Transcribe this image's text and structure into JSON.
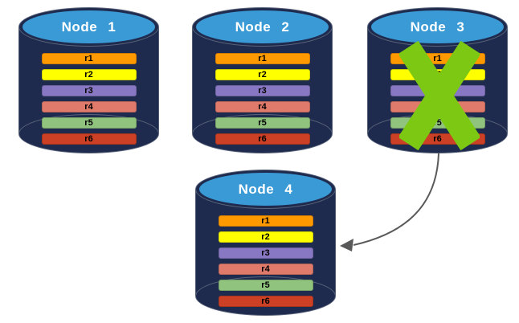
{
  "colors": {
    "cylinder_body": "#1F2B4E",
    "cylinder_top": "#3A9AD5",
    "failure_x": "#7CC812",
    "arrow": "#595959",
    "label_text": "#FFFFFF",
    "row_text": "#000000",
    "canvas_bg": "#FFFFFF"
  },
  "nodes": [
    {
      "label": "Node 1",
      "failed": false,
      "rows": [
        {
          "label": "r1",
          "color": "#FF9900"
        },
        {
          "label": "r2",
          "color": "#FFFF00"
        },
        {
          "label": "r3",
          "color": "#8878C3"
        },
        {
          "label": "r4",
          "color": "#E07B6B"
        },
        {
          "label": "r5",
          "color": "#90C47E"
        },
        {
          "label": "r6",
          "color": "#CC4125"
        }
      ]
    },
    {
      "label": "Node 2",
      "failed": false,
      "rows": [
        {
          "label": "r1",
          "color": "#FF9900"
        },
        {
          "label": "r2",
          "color": "#FFFF00"
        },
        {
          "label": "r3",
          "color": "#8878C3"
        },
        {
          "label": "r4",
          "color": "#E07B6B"
        },
        {
          "label": "r5",
          "color": "#90C47E"
        },
        {
          "label": "r6",
          "color": "#CC4125"
        }
      ]
    },
    {
      "label": "Node 3",
      "failed": true,
      "rows": [
        {
          "label": "r1",
          "color": "#FF9900"
        },
        {
          "label": "r2",
          "color": "#FFFF00"
        },
        {
          "label": "r3",
          "color": "#8878C3"
        },
        {
          "label": "r4",
          "color": "#E07B6B"
        },
        {
          "label": "r5",
          "color": "#90C47E"
        },
        {
          "label": "r6",
          "color": "#CC4125"
        }
      ]
    },
    {
      "label": "Node 4",
      "failed": false,
      "rows": [
        {
          "label": "r1",
          "color": "#FF9900"
        },
        {
          "label": "r2",
          "color": "#FFFF00"
        },
        {
          "label": "r3",
          "color": "#8878C3"
        },
        {
          "label": "r4",
          "color": "#E07B6B"
        },
        {
          "label": "r5",
          "color": "#90C47E"
        },
        {
          "label": "r6",
          "color": "#CC4125"
        }
      ]
    }
  ]
}
